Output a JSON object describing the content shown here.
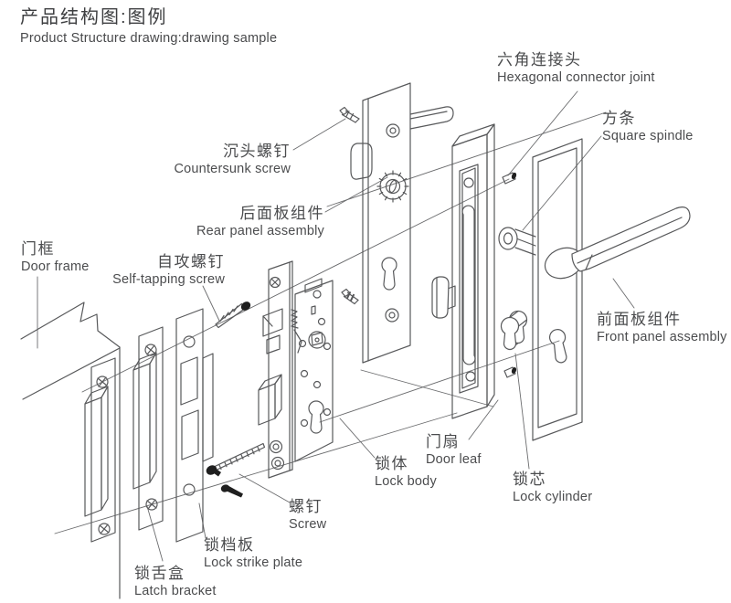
{
  "title": {
    "zh": "产品结构图:图例",
    "en": "Product Structure drawing:drawing sample"
  },
  "labels": {
    "hexagonal_connector_joint": {
      "zh": "六角连接头",
      "en": "Hexagonal connector joint"
    },
    "square_spindle": {
      "zh": "方条",
      "en": "Square spindle"
    },
    "countersunk_screw": {
      "zh": "沉头螺钉",
      "en": "Countersunk screw"
    },
    "rear_panel_assembly": {
      "zh": "后面板组件",
      "en": "Rear panel assembly"
    },
    "door_frame": {
      "zh": "门框",
      "en": "Door frame"
    },
    "self_tapping_screw": {
      "zh": "自攻螺钉",
      "en": "Self-tapping screw"
    },
    "front_panel_assembly": {
      "zh": "前面板组件",
      "en": "Front panel assembly"
    },
    "door_leaf": {
      "zh": "门扇",
      "en": "Door leaf"
    },
    "lock_body": {
      "zh": "锁体",
      "en": "Lock body"
    },
    "lock_cylinder": {
      "zh": "锁芯",
      "en": "Lock cylinder"
    },
    "screw": {
      "zh": "螺钉",
      "en": "Screw"
    },
    "lock_strike_plate": {
      "zh": "锁档板",
      "en": "Lock strike plate"
    },
    "latch_bracket": {
      "zh": "锁舌盒",
      "en": "Latch bracket"
    }
  },
  "colors": {
    "line": "#58595b",
    "text": "#4b4c4e",
    "background": "#ffffff"
  }
}
